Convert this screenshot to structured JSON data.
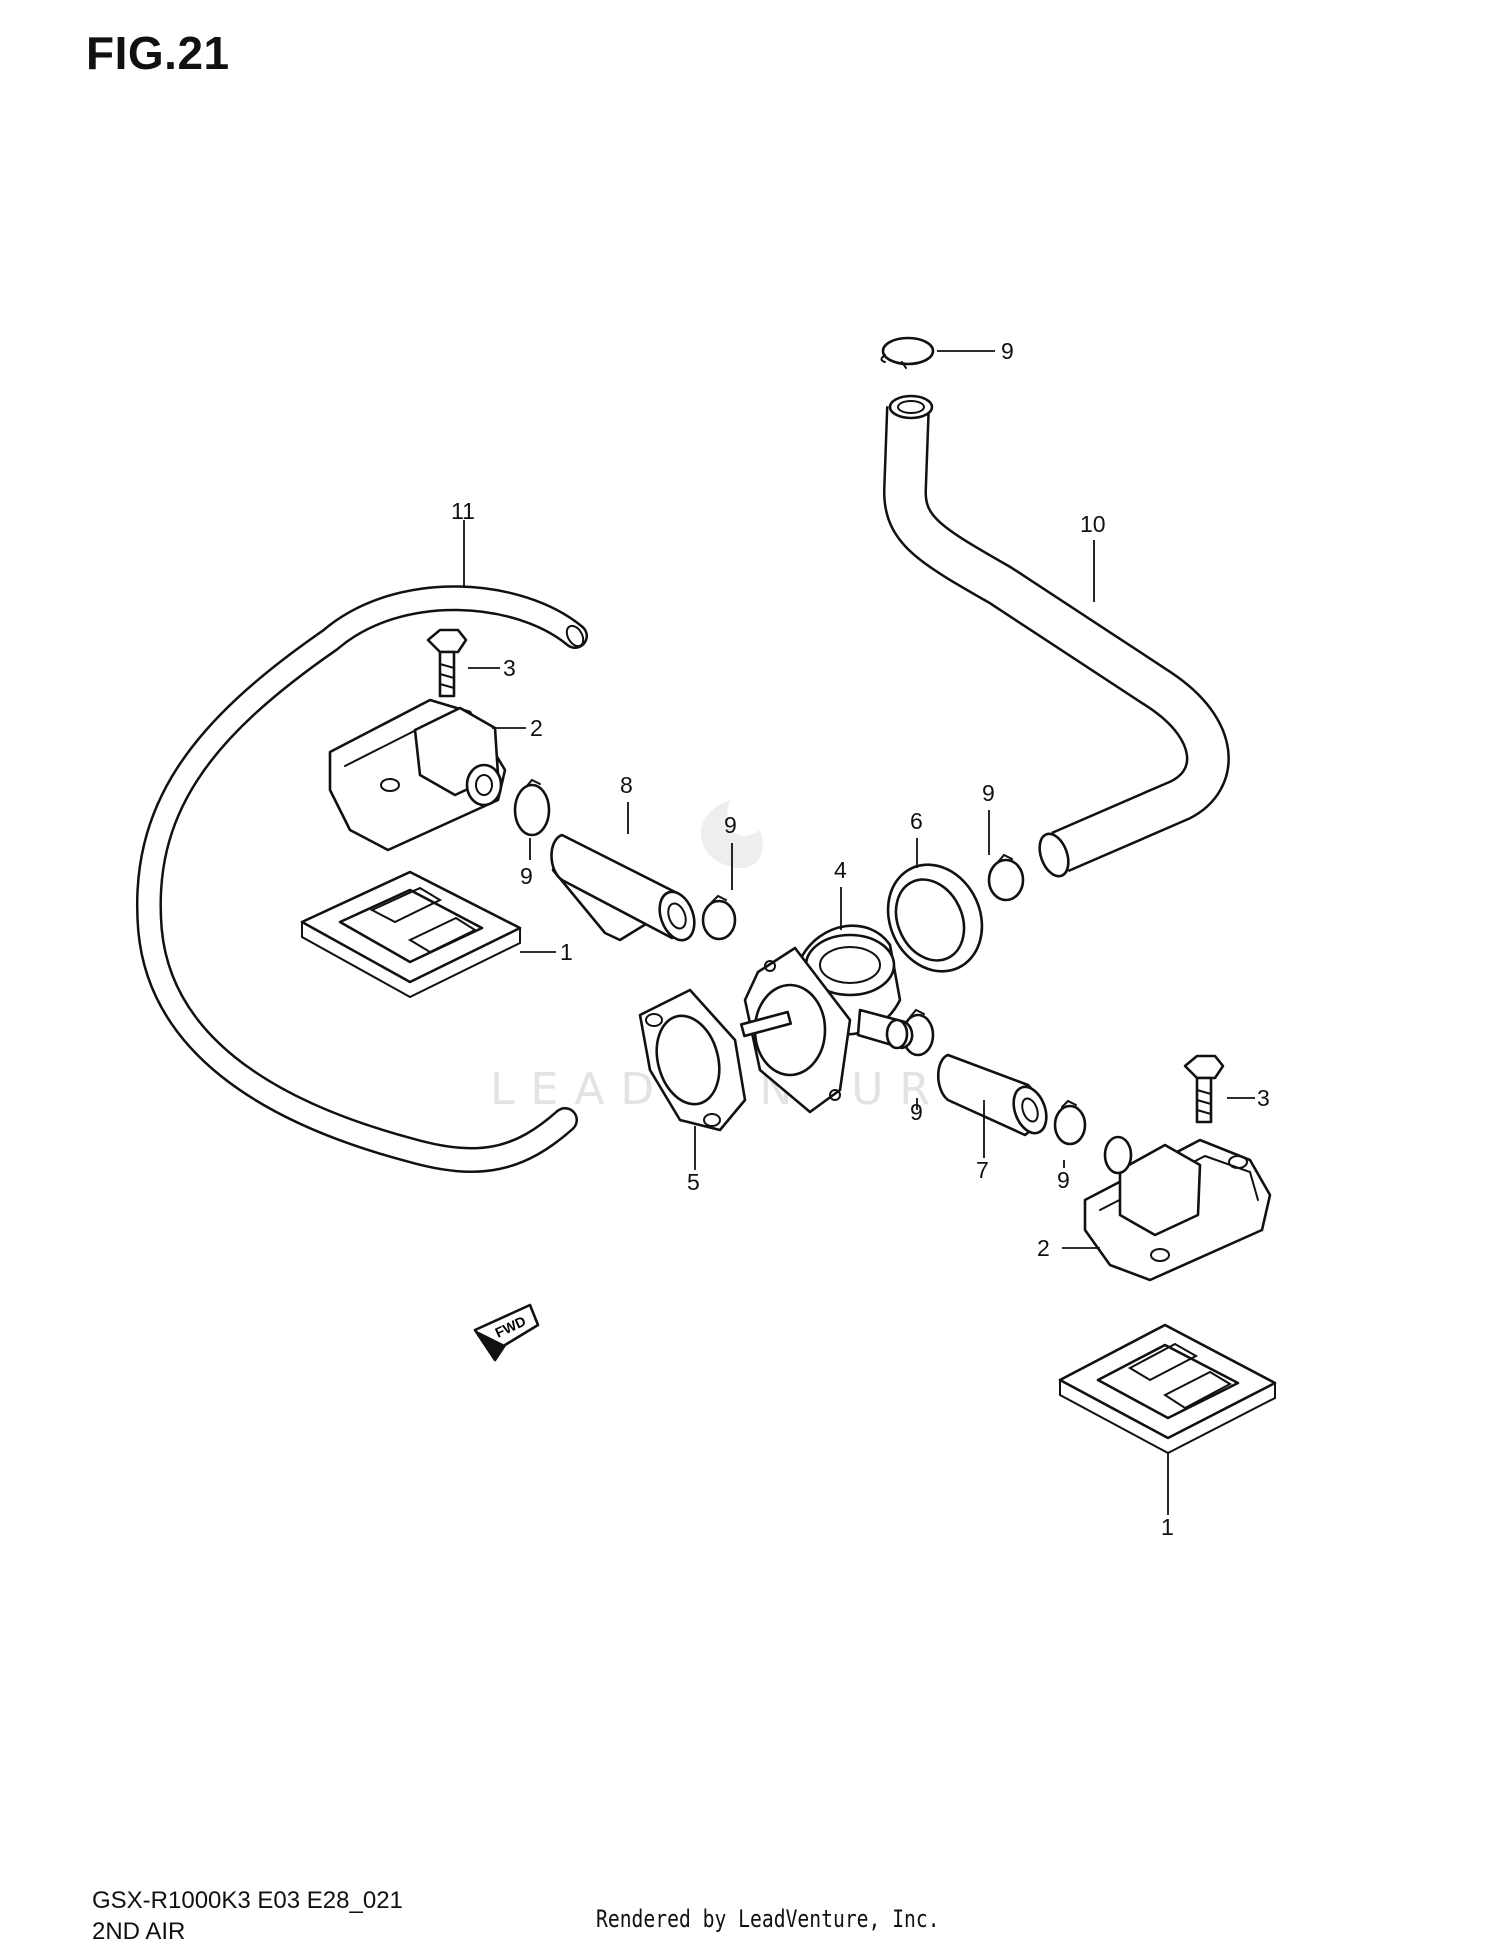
{
  "figure": {
    "title": "FIG.21",
    "diagram_code": "GSX-R1000K3 E03 E28_021",
    "section_name": "2ND AIR",
    "rendered_by": "Rendered by LeadVenture, Inc.",
    "watermark": "LEADVENTURE"
  },
  "callouts": [
    "9",
    "11",
    "10",
    "3",
    "2",
    "8",
    "9",
    "6",
    "9",
    "9",
    "4",
    "1",
    "9",
    "3",
    "5",
    "7",
    "9",
    "2",
    "1"
  ],
  "arrow": {
    "label": "FWD"
  }
}
